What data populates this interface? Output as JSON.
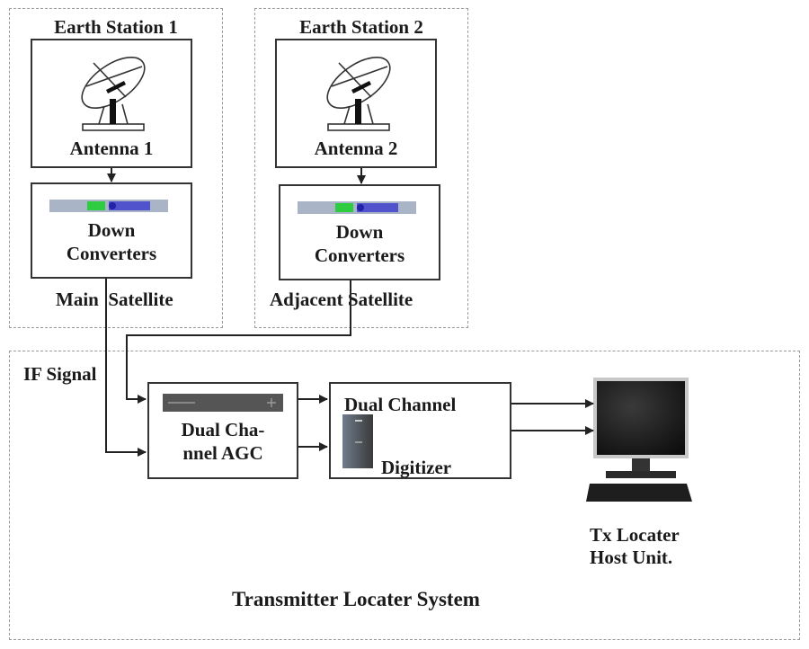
{
  "station1": {
    "title": "Earth Station 1",
    "antenna_label": "Antenna 1",
    "converter_label_line1": "Down",
    "converter_label_line2": "Converters",
    "satellite_label": "Main  Satellite"
  },
  "station2": {
    "title": "Earth Station 2",
    "antenna_label": "Antenna 2",
    "converter_label_line1": "Down",
    "converter_label_line2": "Converters",
    "satellite_label": "Adjacent Satellite"
  },
  "system": {
    "signal_label": "IF Signal",
    "agc_line1": "Dual Cha-",
    "agc_line2": "nnel AGC",
    "digitizer_line1": "Dual Channel",
    "digitizer_line2": "Digitizer",
    "host_line1": "Tx Locater",
    "host_line2": "Host Unit.",
    "title": "Transmitter Locater System"
  },
  "icons": {
    "antenna": "satellite-dish-icon",
    "converter": "rack-unit-icon",
    "agc": "agc-rack-icon",
    "digitizer": "digitizer-tower-icon",
    "host": "desktop-computer-icon"
  },
  "colors": {
    "line": "#222222",
    "dashed_border": "#9a9a9a",
    "converter_green": "#2ecc40",
    "converter_blue": "#3333cc",
    "converter_gray": "#a9b4c6",
    "device_dark": "#555555"
  }
}
